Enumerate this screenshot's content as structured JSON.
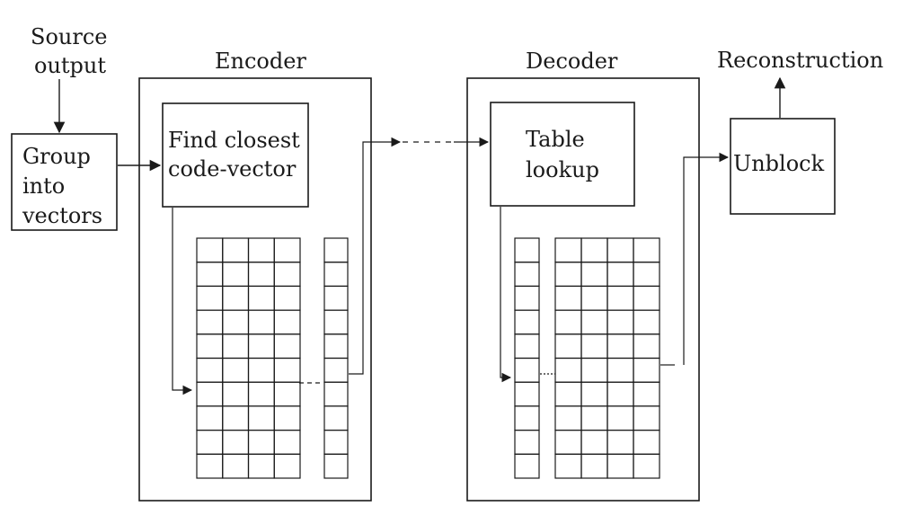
{
  "labels": {
    "source": "Source",
    "output": "output",
    "encoder": "Encoder",
    "decoder": "Decoder",
    "reconstruction": "Reconstruction",
    "group_line1": "Group",
    "group_line2": "into",
    "group_line3": "vectors",
    "find_line1": "Find closest",
    "find_line2": "code-vector",
    "table_line1": "Table",
    "table_line2": "lookup",
    "unblock": "Unblock"
  },
  "codebook": {
    "rows": 10,
    "cols": 4
  },
  "colors": {
    "stroke": "#1a1a1a",
    "background": "#ffffff"
  }
}
